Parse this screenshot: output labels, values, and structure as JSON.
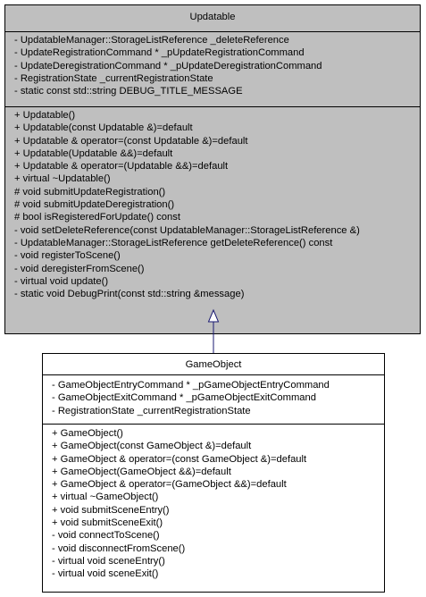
{
  "classes": {
    "updatable": {
      "name": "Updatable",
      "attributes": [
        "- UpdatableManager::StorageListReference _deleteReference",
        "- UpdateRegistrationCommand * _pUpdateRegistrationCommand",
        "- UpdateDeregistrationCommand * _pUpdateDeregistrationCommand",
        "- RegistrationState _currentRegistrationState",
        "- static const std::string DEBUG_TITLE_MESSAGE"
      ],
      "operations": [
        "+ Updatable()",
        "+ Updatable(const Updatable &)=default",
        "+ Updatable & operator=(const Updatable &)=default",
        "+ Updatable(Updatable &&)=default",
        "+ Updatable & operator=(Updatable &&)=default",
        "+ virtual ~Updatable()",
        "# void submitUpdateRegistration()",
        "# void submitUpdateDeregistration()",
        "# bool isRegisteredForUpdate() const",
        "- void setDeleteReference(const UpdatableManager::StorageListReference &)",
        "- UpdatableManager::StorageListReference getDeleteReference() const",
        "- void registerToScene()",
        "- void deregisterFromScene()",
        "- virtual void update()",
        "- static void DebugPrint(const std::string &message)"
      ],
      "fill_color": "#bfbfbf"
    },
    "gameobject": {
      "name": "GameObject",
      "attributes": [
        "- GameObjectEntryCommand * _pGameObjectEntryCommand",
        "- GameObjectExitCommand * _pGameObjectExitCommand",
        "- RegistrationState _currentRegistrationState"
      ],
      "operations": [
        "+ GameObject()",
        "+ GameObject(const GameObject &)=default",
        "+ GameObject & operator=(const GameObject &)=default",
        "+ GameObject(GameObject &&)=default",
        "+ GameObject & operator=(GameObject &&)=default",
        "+ virtual ~GameObject()",
        "+ void submitSceneEntry()",
        "+ void submitSceneExit()",
        "- void connectToScene()",
        "- void disconnectFromScene()",
        "- virtual void sceneEntry()",
        "- virtual void sceneExit()"
      ],
      "fill_color": "#ffffff"
    }
  },
  "relationship": {
    "type": "inheritance",
    "from": "GameObject",
    "to": "Updatable",
    "line_color": "#191970"
  }
}
